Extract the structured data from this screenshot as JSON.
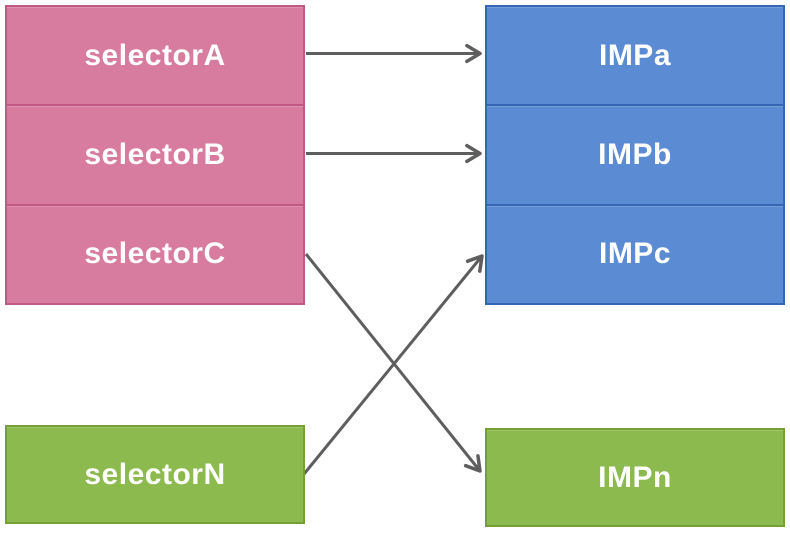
{
  "colors": {
    "pink_fill": "#D87C9F",
    "pink_border": "#C05A84",
    "blue_fill": "#5A8BD3",
    "blue_border": "#3566B4",
    "green_fill": "#8CBA4F",
    "green_border": "#74A035",
    "arrow": "#5E5E5E",
    "text": "#FFFFFF"
  },
  "left_stack": {
    "rows": [
      {
        "label": "selectorA"
      },
      {
        "label": "selectorB"
      },
      {
        "label": "selectorC"
      }
    ]
  },
  "right_stack": {
    "rows": [
      {
        "label": "IMPa"
      },
      {
        "label": "IMPb"
      },
      {
        "label": "IMPc"
      }
    ]
  },
  "left_single": {
    "label": "selectorN"
  },
  "right_single": {
    "label": "IMPn"
  },
  "edges": [
    {
      "from": "selectorA",
      "to": "IMPa"
    },
    {
      "from": "selectorB",
      "to": "IMPb"
    },
    {
      "from": "selectorC",
      "to": "IMPn"
    },
    {
      "from": "selectorN",
      "to": "IMPc"
    }
  ]
}
